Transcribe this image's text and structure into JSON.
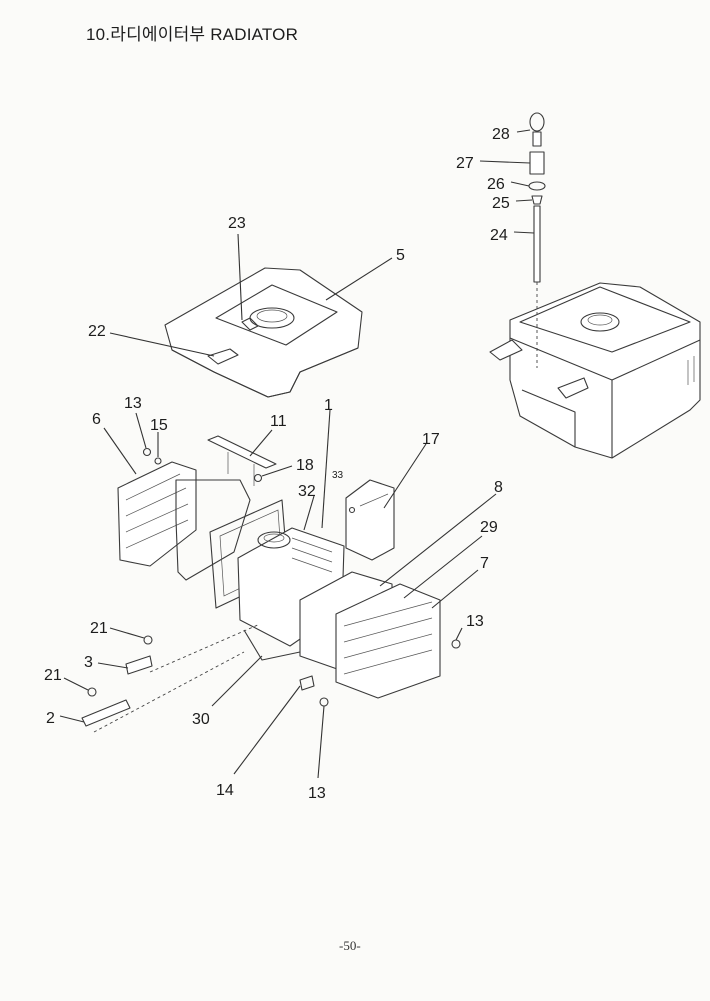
{
  "header": {
    "title": "10.라디에이터부 RADIATOR"
  },
  "footer": {
    "page_number": "-50-"
  },
  "callouts": [
    {
      "id": "c28",
      "label": "28"
    },
    {
      "id": "c27",
      "label": "27"
    },
    {
      "id": "c26",
      "label": "26"
    },
    {
      "id": "c25",
      "label": "25"
    },
    {
      "id": "c24",
      "label": "24"
    },
    {
      "id": "c23",
      "label": "23"
    },
    {
      "id": "c5",
      "label": "5"
    },
    {
      "id": "c22",
      "label": "22"
    },
    {
      "id": "c13a",
      "label": "13"
    },
    {
      "id": "c15",
      "label": "15"
    },
    {
      "id": "c6",
      "label": "6"
    },
    {
      "id": "c11",
      "label": "11"
    },
    {
      "id": "c1",
      "label": "1"
    },
    {
      "id": "c17",
      "label": "17"
    },
    {
      "id": "c18",
      "label": "18"
    },
    {
      "id": "c32",
      "label": "32"
    },
    {
      "id": "c33",
      "label": "33"
    },
    {
      "id": "c8",
      "label": "8"
    },
    {
      "id": "c29",
      "label": "29"
    },
    {
      "id": "c7",
      "label": "7"
    },
    {
      "id": "c13b",
      "label": "13"
    },
    {
      "id": "c21a",
      "label": "21"
    },
    {
      "id": "c3",
      "label": "3"
    },
    {
      "id": "c21b",
      "label": "21"
    },
    {
      "id": "c2",
      "label": "2"
    },
    {
      "id": "c30",
      "label": "30"
    },
    {
      "id": "c14",
      "label": "14"
    },
    {
      "id": "c13c",
      "label": "13"
    }
  ]
}
